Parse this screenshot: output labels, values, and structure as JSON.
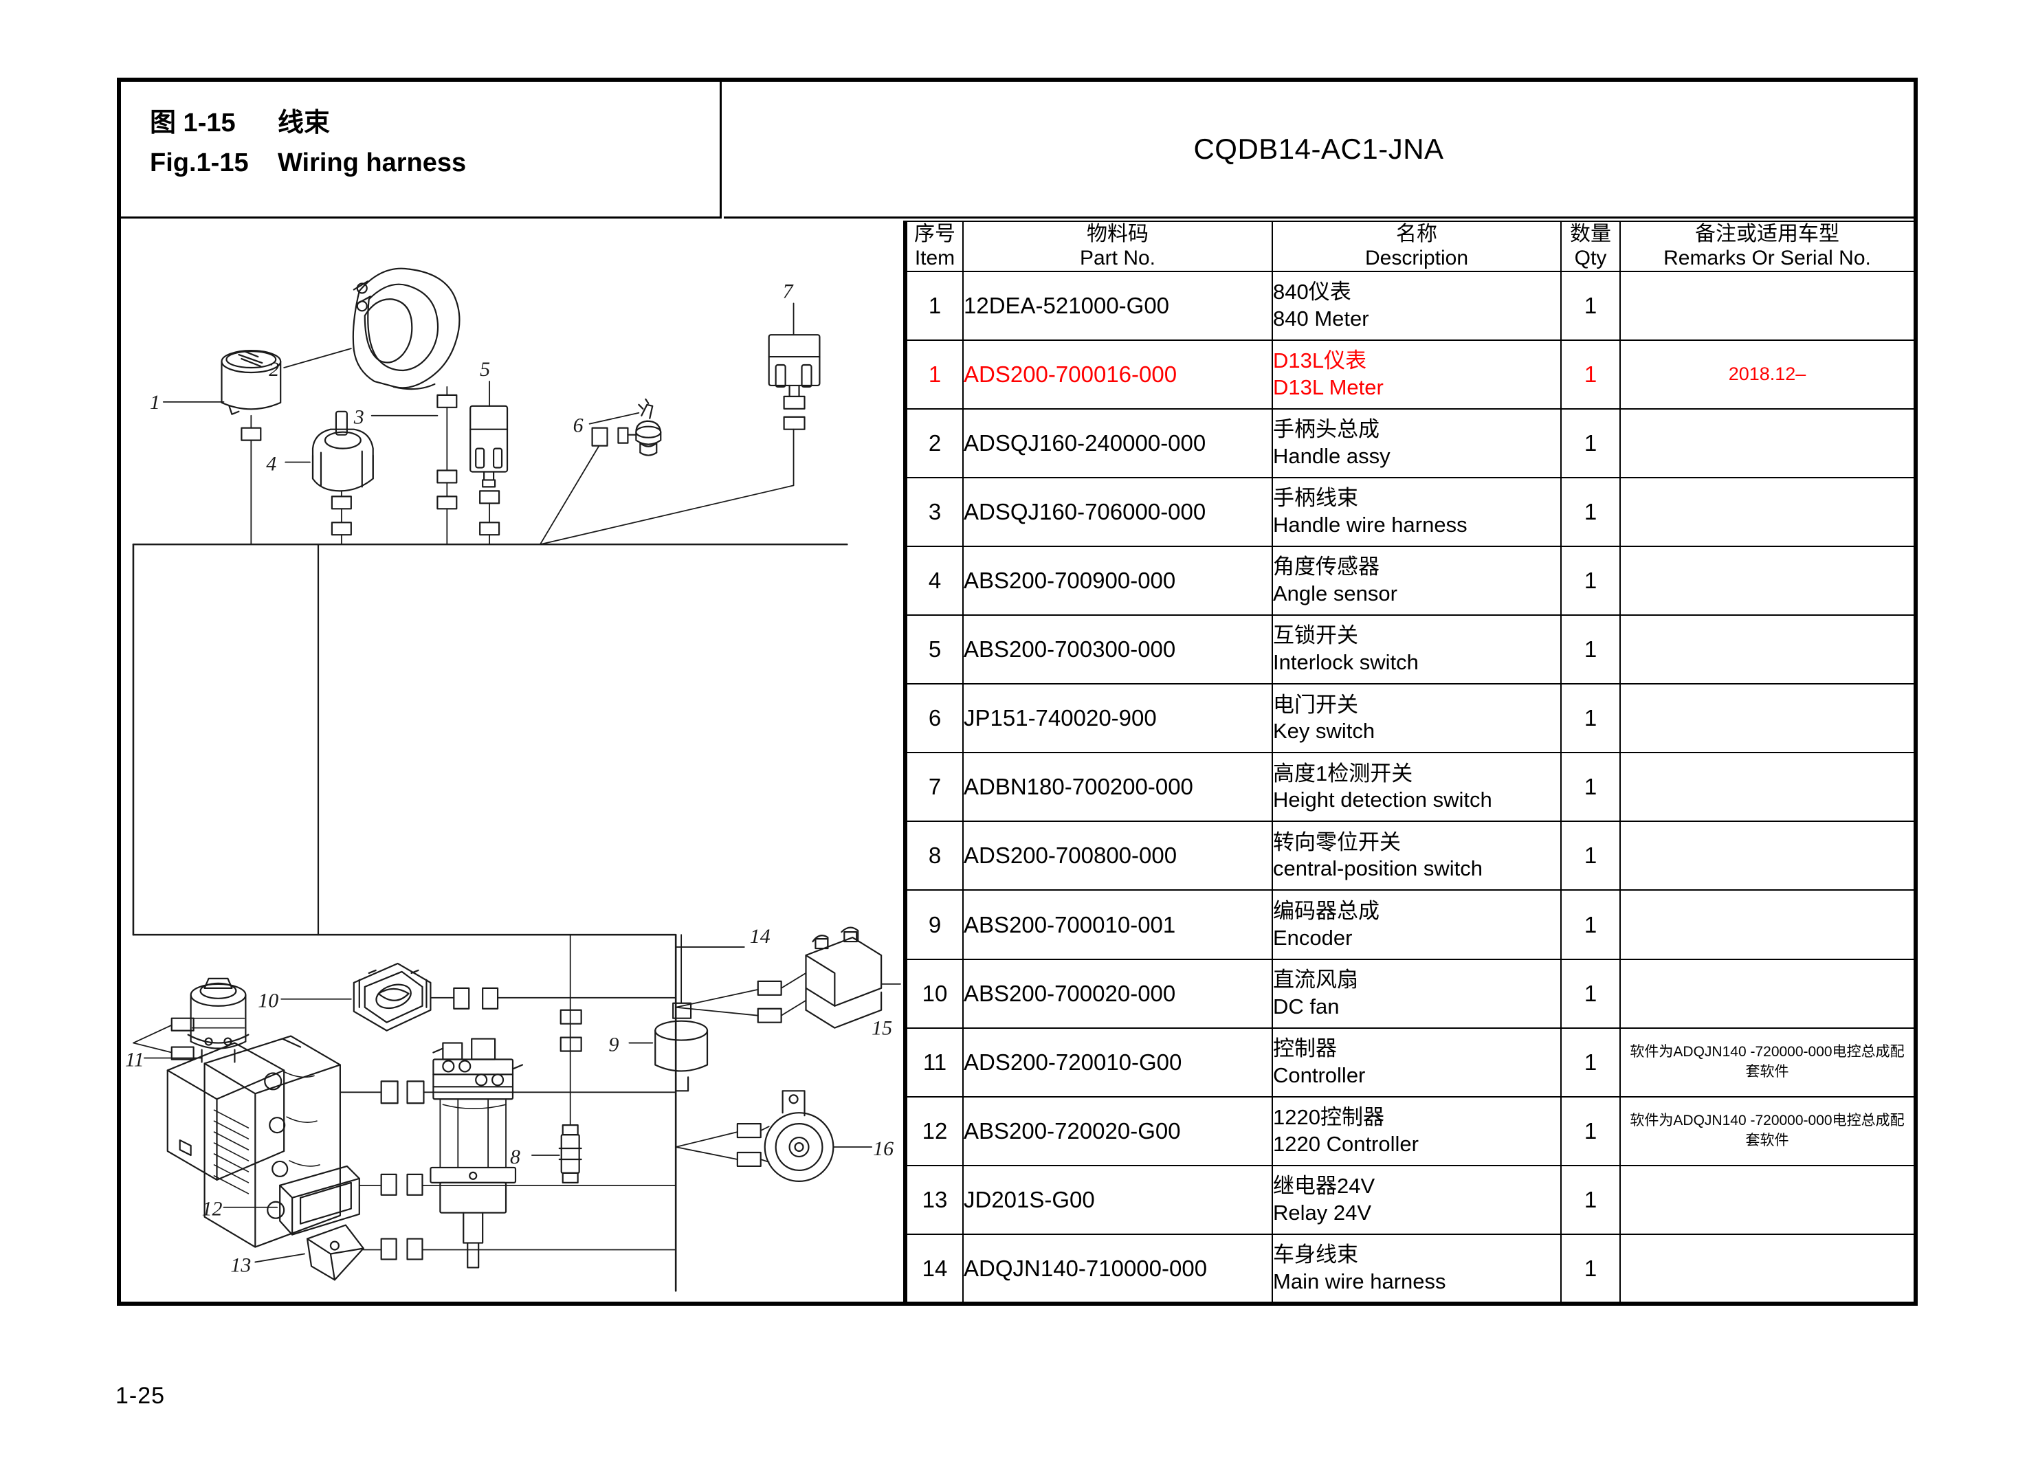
{
  "page": {
    "page_number": "1-25",
    "model": "CQDB14-AC1-JNA"
  },
  "title_block": {
    "fig_label_cn": "图 1-15",
    "fig_title_cn": "线束",
    "fig_label_en": "Fig.1-15",
    "fig_title_en": "Wiring harness"
  },
  "table": {
    "headers": {
      "item_cn": "序号",
      "item_en": "Item",
      "part_cn": "物料码",
      "part_en": "Part No.",
      "desc_cn": "名称",
      "desc_en": "Description",
      "qty_cn": "数量",
      "qty_en": "Qty",
      "remarks_cn": "备注或适用车型",
      "remarks_en": "Remarks Or Serial No."
    },
    "rows": [
      {
        "item": "1",
        "part_no": "12DEA-521000-G00",
        "desc_cn": "840仪表",
        "desc_en": "840 Meter",
        "qty": "1",
        "remarks": "",
        "highlight": false
      },
      {
        "item": "1",
        "part_no": "ADS200-700016-000",
        "desc_cn": "D13L仪表",
        "desc_en": "D13L Meter",
        "qty": "1",
        "remarks": "2018.12–",
        "highlight": true
      },
      {
        "item": "2",
        "part_no": "ADSQJ160-240000-000",
        "desc_cn": "手柄头总成",
        "desc_en": "Handle assy",
        "qty": "1",
        "remarks": "",
        "highlight": false
      },
      {
        "item": "3",
        "part_no": "ADSQJ160-706000-000",
        "desc_cn": "手柄线束",
        "desc_en": "Handle wire harness",
        "qty": "1",
        "remarks": "",
        "highlight": false
      },
      {
        "item": "4",
        "part_no": "ABS200-700900-000",
        "desc_cn": "角度传感器",
        "desc_en": "Angle sensor",
        "qty": "1",
        "remarks": "",
        "highlight": false
      },
      {
        "item": "5",
        "part_no": "ABS200-700300-000",
        "desc_cn": "互锁开关",
        "desc_en": "Interlock switch",
        "qty": "1",
        "remarks": "",
        "highlight": false
      },
      {
        "item": "6",
        "part_no": "JP151-740020-900",
        "desc_cn": "电门开关",
        "desc_en": "Key switch",
        "qty": "1",
        "remarks": "",
        "highlight": false
      },
      {
        "item": "7",
        "part_no": "ADBN180-700200-000",
        "desc_cn": "高度1检测开关",
        "desc_en": "Height detection switch",
        "qty": "1",
        "remarks": "",
        "highlight": false
      },
      {
        "item": "8",
        "part_no": "ADS200-700800-000",
        "desc_cn": "转向零位开关",
        "desc_en": "central-position switch",
        "qty": "1",
        "remarks": "",
        "highlight": false
      },
      {
        "item": "9",
        "part_no": "ABS200-700010-001",
        "desc_cn": "编码器总成",
        "desc_en": "Encoder",
        "qty": "1",
        "remarks": "",
        "highlight": false
      },
      {
        "item": "10",
        "part_no": "ABS200-700020-000",
        "desc_cn": "直流风扇",
        "desc_en": "DC fan",
        "qty": "1",
        "remarks": "",
        "highlight": false
      },
      {
        "item": "11",
        "part_no": "ADS200-720010-G00",
        "desc_cn": "控制器",
        "desc_en": "Controller",
        "qty": "1",
        "remarks": "软件为ADQJN140 -720000-000电控总成配套软件",
        "highlight": false
      },
      {
        "item": "12",
        "part_no": "ABS200-720020-G00",
        "desc_cn": "1220控制器",
        "desc_en": "1220 Controller",
        "qty": "1",
        "remarks": "软件为ADQJN140 -720000-000电控总成配套软件",
        "highlight": false
      },
      {
        "item": "13",
        "part_no": "JD201S-G00",
        "desc_cn": "继电器24V",
        "desc_en": "Relay 24V",
        "qty": "1",
        "remarks": "",
        "highlight": false
      },
      {
        "item": "14",
        "part_no": "ADQJN140-710000-000",
        "desc_cn": "车身线束",
        "desc_en": "Main wire harness",
        "qty": "1",
        "remarks": "",
        "highlight": false
      }
    ]
  },
  "diagram": {
    "callouts": [
      "1",
      "2",
      "3",
      "4",
      "5",
      "6",
      "7",
      "8",
      "9",
      "10",
      "11",
      "12",
      "13",
      "14",
      "15",
      "16"
    ]
  },
  "colors": {
    "highlight": "#ff0000",
    "ink": "#000000"
  }
}
